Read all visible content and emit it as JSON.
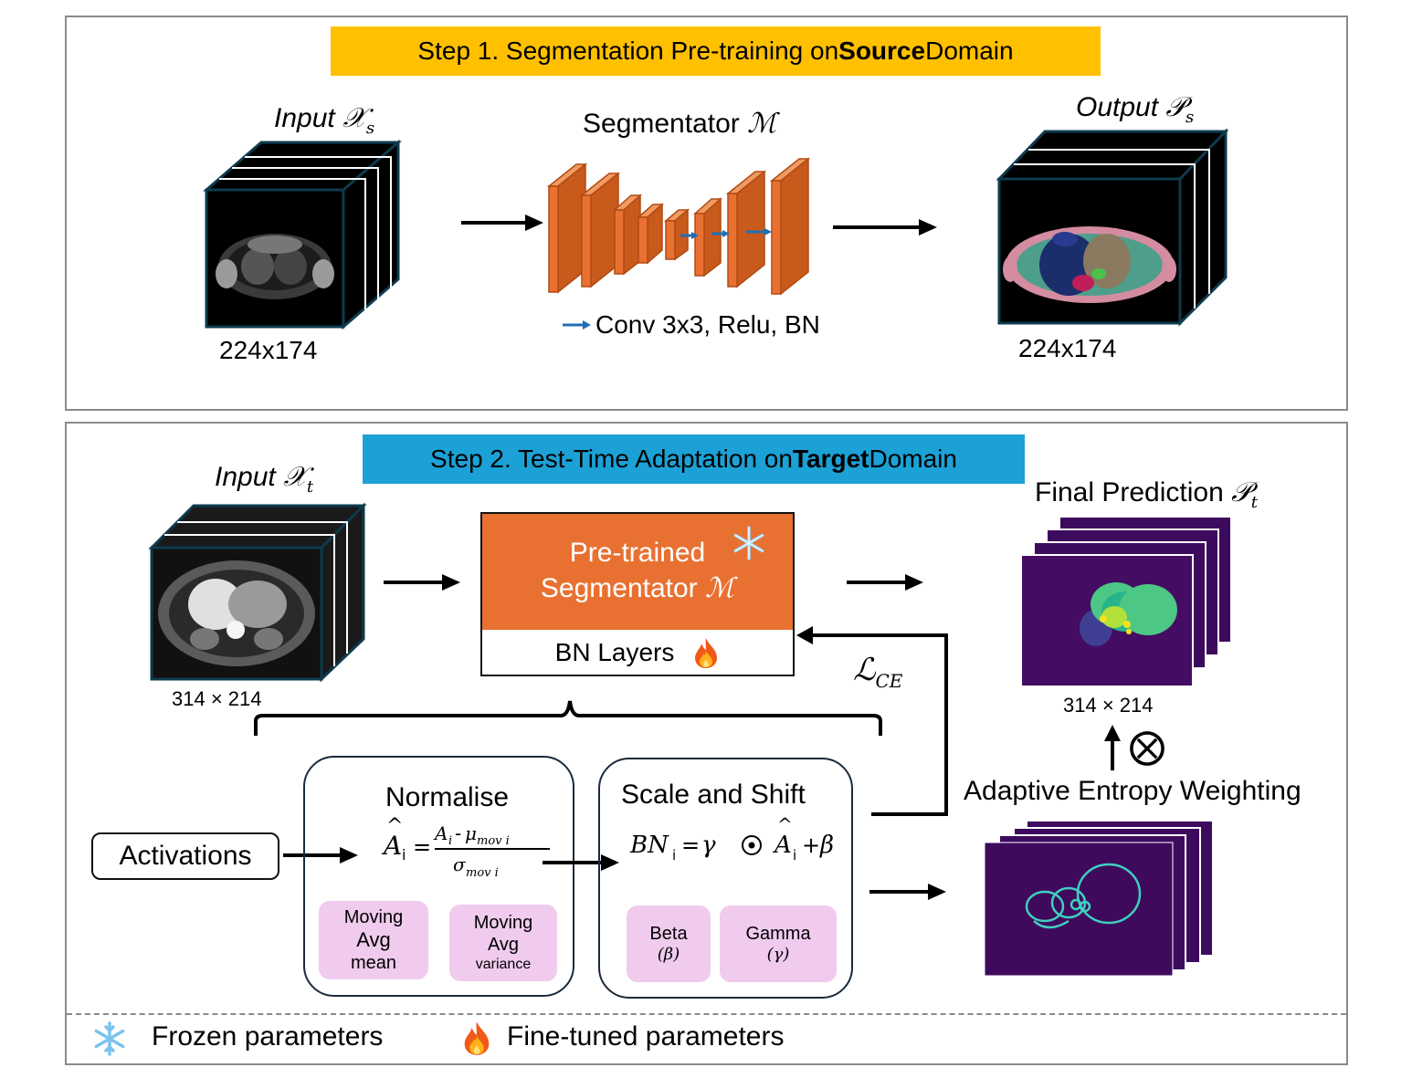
{
  "step1": {
    "banner_prefix": "Step 1. Segmentation Pre-training on ",
    "banner_bold": "Source",
    "banner_suffix": " Domain",
    "banner_color": "#ffc000",
    "input_label": "Input",
    "input_symbol": "𝒳",
    "input_sub": "s",
    "input_size": "224x174",
    "segmentator_label": "Segmentator",
    "segmentator_symbol": "ℳ",
    "conv_legend": "Conv 3x3, Relu, BN",
    "output_label": "Output",
    "output_symbol": "𝒫",
    "output_sub": "s",
    "output_size": "224x174"
  },
  "step2": {
    "banner_prefix": "Step 2. Test-Time Adaptation on ",
    "banner_bold": "Target",
    "banner_suffix": " Domain",
    "banner_color": "#1ba1d6",
    "input_label": "Input",
    "input_symbol": "𝒳",
    "input_sub": "t",
    "input_size": "314 × 214",
    "model_line1": "Pre-trained",
    "model_line2": "Segmentator",
    "model_symbol": "ℳ",
    "bn_layers": "BN Layers",
    "loss_symbol": "ℒ",
    "loss_sub": "CE",
    "final_label": "Final Prediction",
    "final_symbol": "𝒫",
    "final_sub": "t",
    "final_size": "314 × 214",
    "otimes": "⨂",
    "aew_label": "Adaptive Entropy Weighting",
    "activations": "Activations",
    "normalise_title": "Normalise",
    "scale_shift_title": "Scale and Shift",
    "pills": {
      "mean_line1": "Moving",
      "mean_line2": "Avg",
      "mean_line3": "mean",
      "var_line1": "Moving",
      "var_line2": "Avg",
      "var_line3": "variance",
      "beta_line1": "Beta",
      "beta_line2": "(β)",
      "gamma_line1": "Gamma",
      "gamma_line2": "(γ)"
    },
    "accent_orange": "#e87132",
    "pill_color": "#f0cbee"
  },
  "legend": {
    "frozen_icon": "snowflake-icon",
    "frozen_label": "Frozen parameters",
    "finetuned_icon": "fire-icon",
    "finetuned_label": "Fine-tuned parameters"
  }
}
